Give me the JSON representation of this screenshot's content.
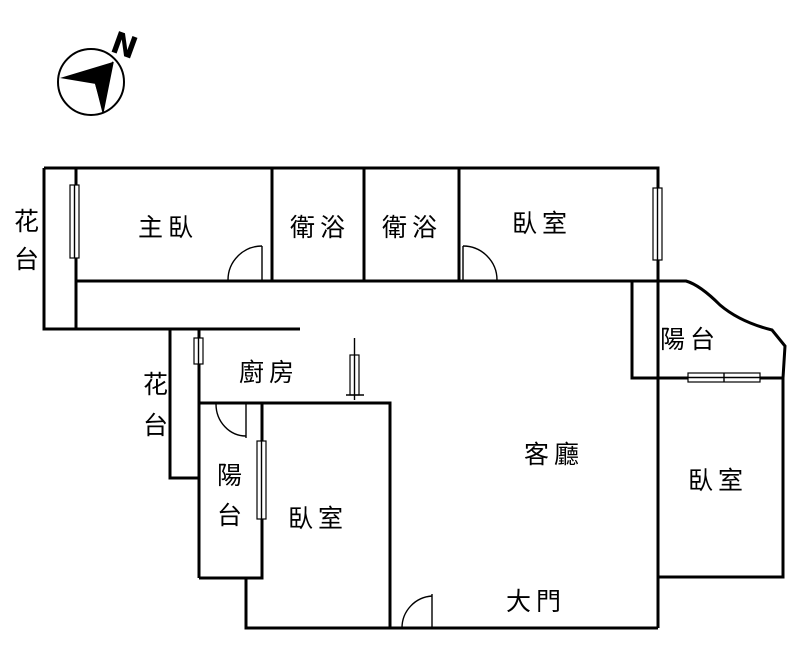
{
  "compass": {
    "north_label": "N"
  },
  "rooms": {
    "master_bedroom": "主臥",
    "bath_1": "衛浴",
    "bath_2": "衛浴",
    "bedroom_ne": "臥室",
    "balcony_e": "陽台",
    "bedroom_e": "臥室",
    "kitchen": "廚房",
    "living_room": "客廳",
    "bedroom_s": "臥室",
    "main_door": "大門"
  },
  "vertical_labels": {
    "planter_top": [
      "花",
      "台"
    ],
    "planter_mid": [
      "花",
      "台"
    ],
    "balcony_w": [
      "陽",
      "台"
    ]
  }
}
